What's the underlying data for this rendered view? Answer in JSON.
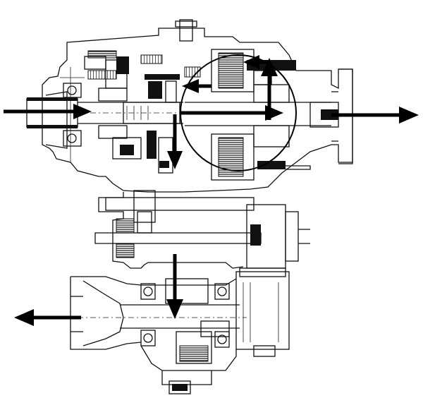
{
  "diagram": {
    "type": "cutaway-drawing",
    "subject": "transfer-case",
    "colors": {
      "line": "#111111",
      "background": "#ffffff",
      "arrow": "#000000"
    },
    "flow_arrows": [
      {
        "id": "input",
        "direction": "right"
      },
      {
        "id": "rear-output",
        "direction": "right"
      },
      {
        "id": "front-output",
        "direction": "left"
      },
      {
        "id": "chain-down-upper",
        "direction": "down"
      },
      {
        "id": "chain-down-lower",
        "direction": "down"
      },
      {
        "id": "clutch-up",
        "direction": "up"
      },
      {
        "id": "clutch-return",
        "direction": "left"
      }
    ]
  }
}
